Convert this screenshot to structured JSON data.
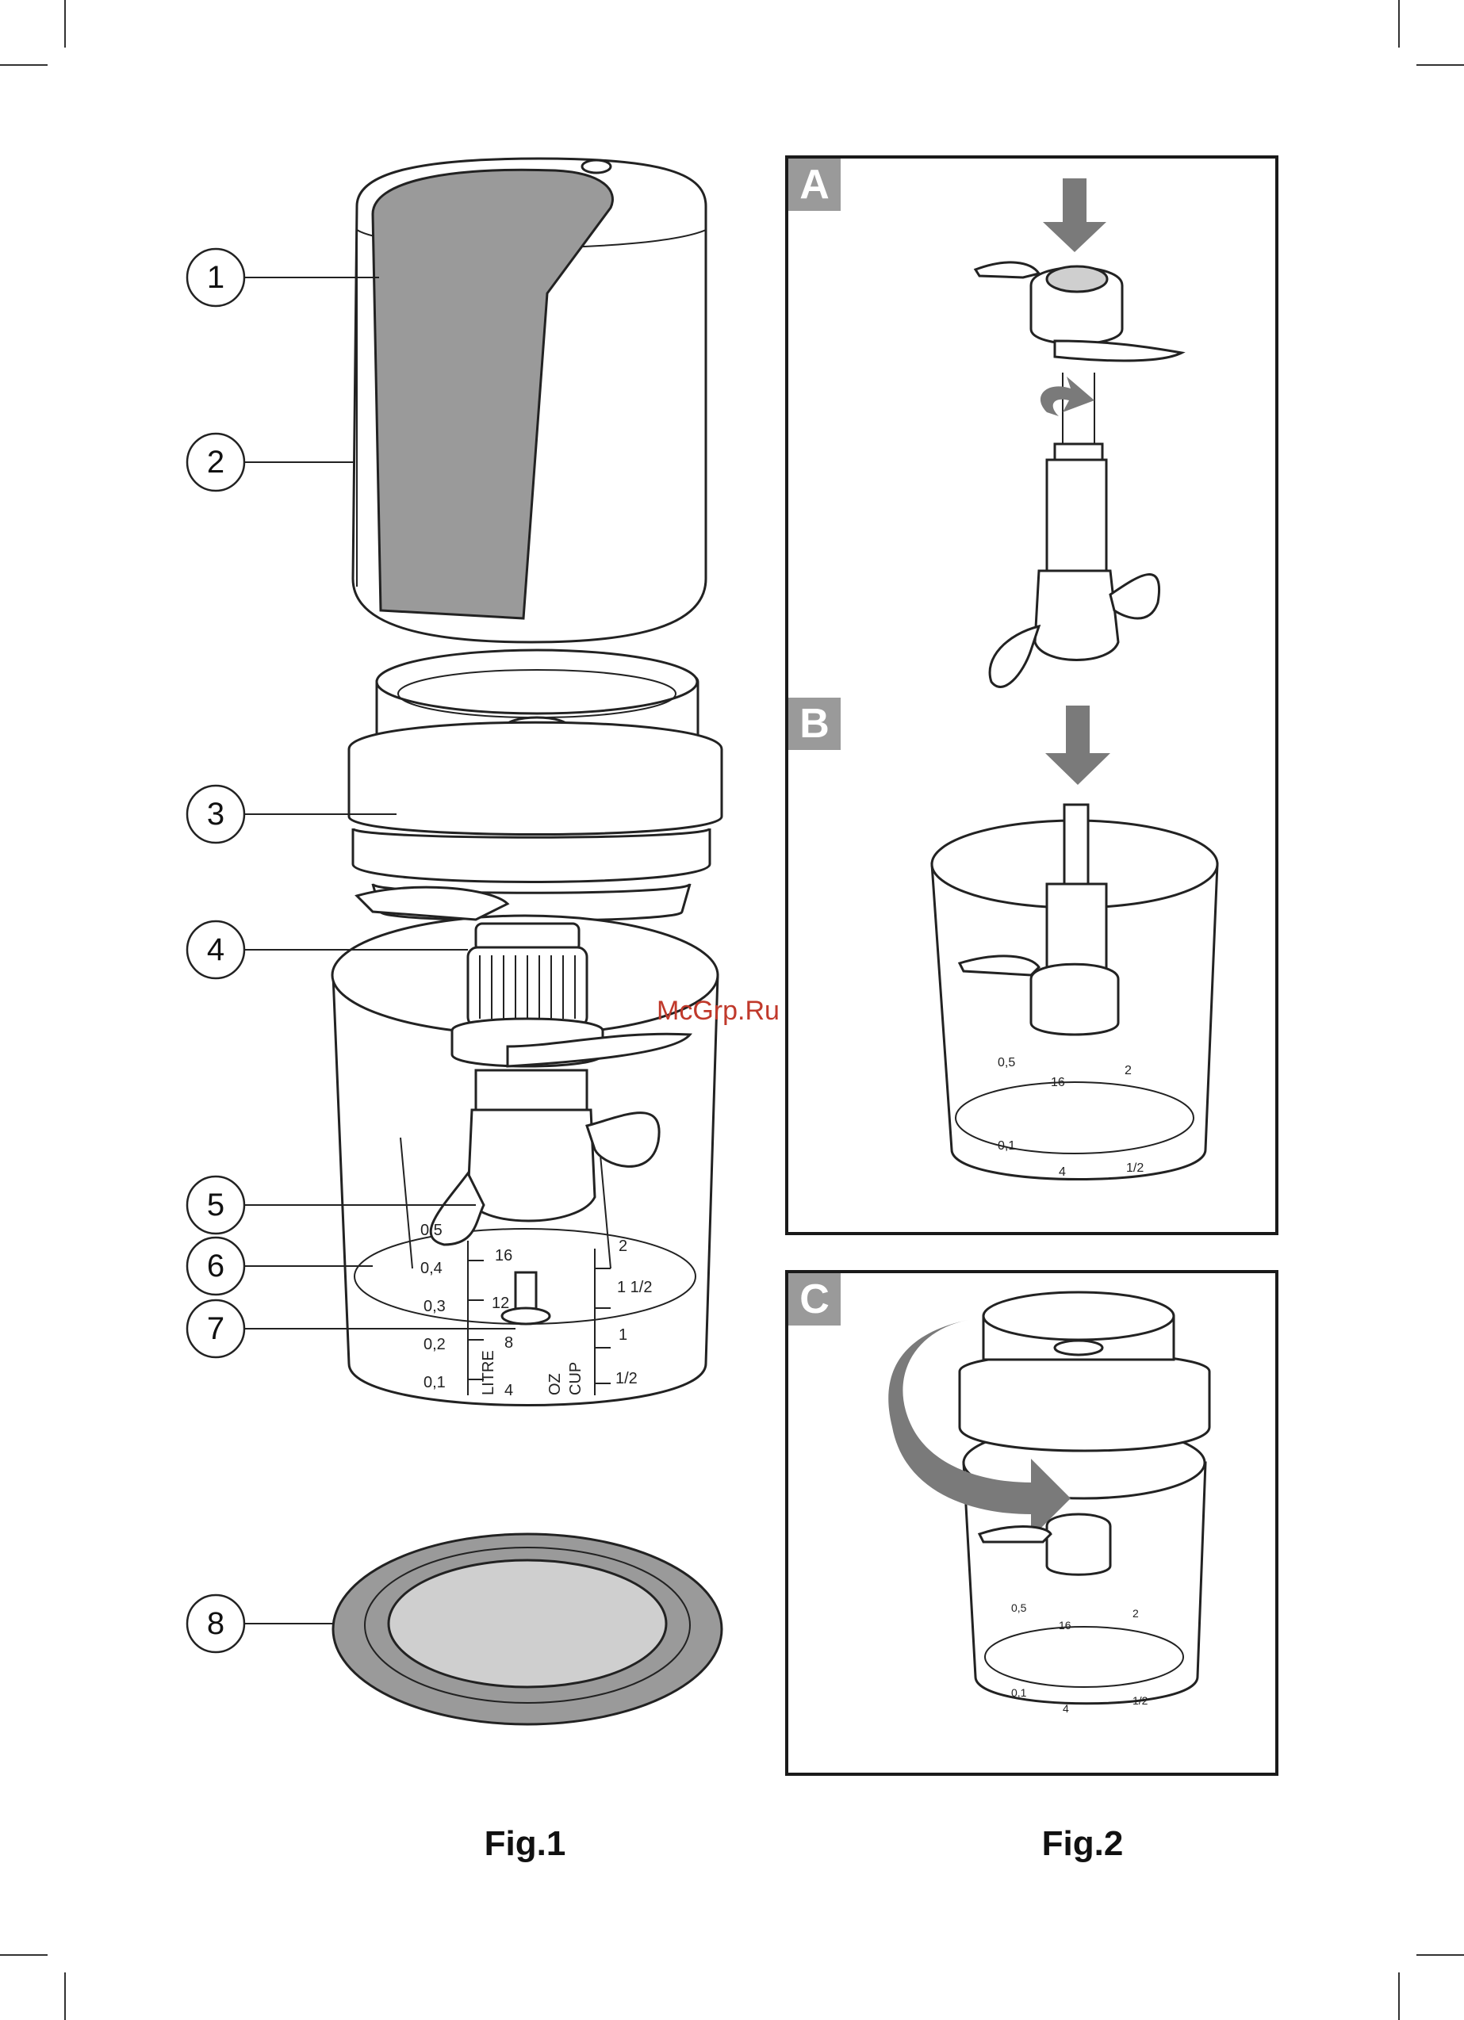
{
  "callouts": [
    "1",
    "2",
    "3",
    "4",
    "5",
    "6",
    "7",
    "8"
  ],
  "panels": [
    "A",
    "B",
    "C"
  ],
  "captions": {
    "fig1": "Fig.1",
    "fig2": "Fig.2"
  },
  "watermark": "McGrp.Ru",
  "scale": {
    "litre": [
      "0,5",
      "0,4",
      "0,3",
      "0,2",
      "0,1"
    ],
    "litre_label": "LITRE",
    "oz": [
      "16",
      "12",
      "8",
      "4"
    ],
    "oz_label": "OZ",
    "cup": [
      "2",
      "1 1/2",
      "1",
      "1/2"
    ],
    "cup_label": "CUP"
  },
  "colors": {
    "panel_tag": "#9a9a9a",
    "arrow": "#7a7a7a",
    "watermark": "#c0392b"
  }
}
